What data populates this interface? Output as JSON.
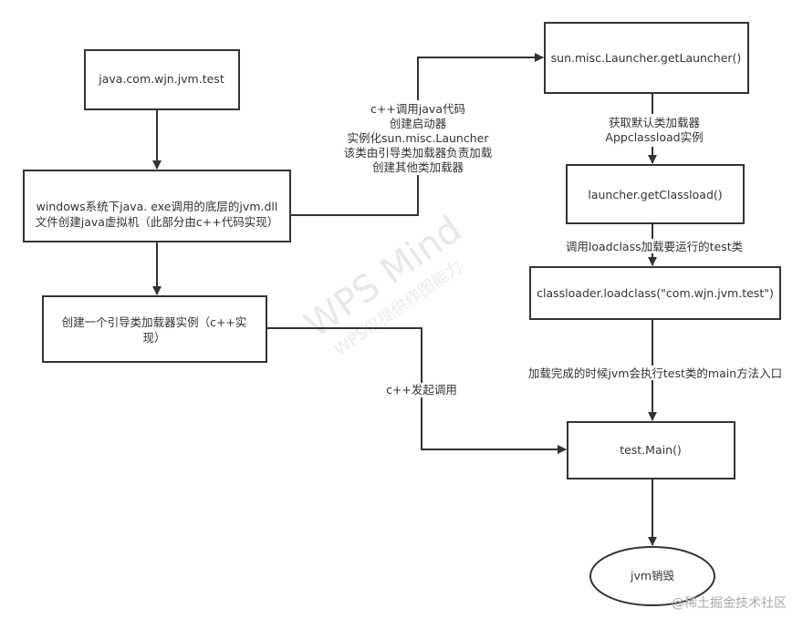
{
  "nodes": {
    "start": "java.com.wjn.jvm.test",
    "jvm_create": [
      "windows系统下java. exe调用的底层的jvm.dll",
      "文件创建java虚拟机（此部分由c++代码实现）"
    ],
    "bootstrap": [
      "创建一个引导类加载器实例（c++实",
      "现）"
    ],
    "get_launcher": "sun.misc.Launcher.getLauncher()",
    "get_classload": "launcher.getClassload()",
    "loadclass": "classloader.loadclass(\"com.wjn.jvm.test\")",
    "main": "test.Main()",
    "destroy": "jvm销毁"
  },
  "edges": {
    "cpp_call_java": [
      "c++调用java代码",
      "创建启动器",
      "实例化sun.misc.Launcher",
      "该类由引导类加载器负责加载",
      "创建其他类加载器"
    ],
    "get_default_loader": [
      "获取默认类加载器",
      "Appclassload实例"
    ],
    "call_loadclass": "调用loadclass加载要运行的test类",
    "load_done": "加载完成的时候jvm会执行test类的main方法入口",
    "cpp_invoke": "c++发起调用"
  },
  "watermark": {
    "main": "WPS Mind",
    "sub": "WPS仅提供作图能力"
  },
  "footer": "@稀土掘金技术社区"
}
